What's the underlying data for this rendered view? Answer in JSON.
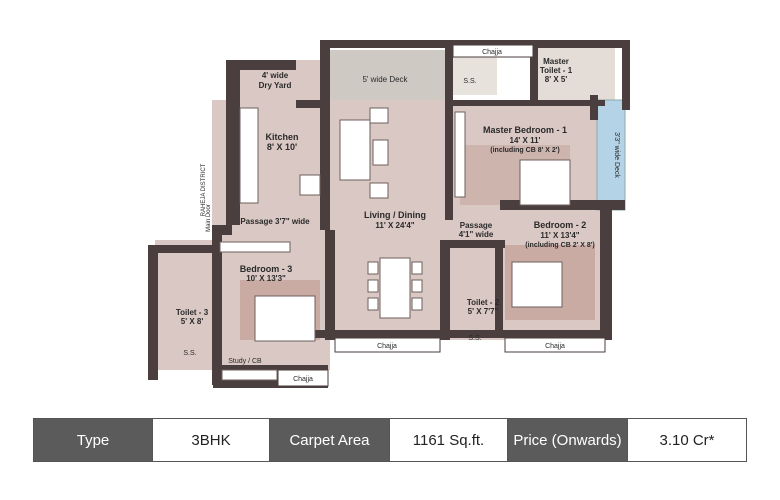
{
  "plan": {
    "side_text": "RAHEJA DISTRICT",
    "rooms": {
      "dry_yard": [
        "4' wide",
        "Dry Yard"
      ],
      "deck_top": "5' wide Deck",
      "chajja_top": "Chajja",
      "ss_top": "S.S.",
      "master_toilet": [
        "Master",
        "Toilet - 1",
        "8' X 5'"
      ],
      "kitchen": [
        "Kitchen",
        "8' X 10'"
      ],
      "master_bedroom": [
        "Master Bedroom - 1",
        "14' X 11'",
        "(including CB 8' X 2')"
      ],
      "deck_right": "3'3\" wide Deck",
      "main_door": "Main Door",
      "passage_left": "Passage 3'7\" wide",
      "living": [
        "Living / Dining",
        "11' X 24'4\""
      ],
      "passage_right": [
        "Passage",
        "4'1\" wide"
      ],
      "bedroom2": [
        "Bedroom - 2",
        "11' X 13'4\"",
        "(including CB 2' X 8')"
      ],
      "bedroom3": [
        "Bedroom - 3",
        "10' X 13'3\""
      ],
      "toilet3": [
        "Toilet - 3",
        "5' X 8'"
      ],
      "toilet2": [
        "Toilet - 2",
        "5' X 7'7\""
      ],
      "ss_left": "S.S.",
      "ss_right": "S.S.",
      "study": "Study / CB",
      "chajja_bottom_left": "Chajja",
      "chajja_bottom_mid": "Chajja",
      "chajja_bottom_right": "Chajja"
    }
  },
  "specs": {
    "type_label": "Type",
    "type_value": "3BHK",
    "area_label": "Carpet Area",
    "area_value": "1161 Sq.ft.",
    "price_label": "Price (Onwards)",
    "price_value": "3.10 Cr*"
  },
  "colors": {
    "wall": "#4a3f3e",
    "floor": "#d9c8c3",
    "wood": "#c9aba3",
    "glass": "#b5d3e6",
    "header": "#5b5b5b"
  }
}
